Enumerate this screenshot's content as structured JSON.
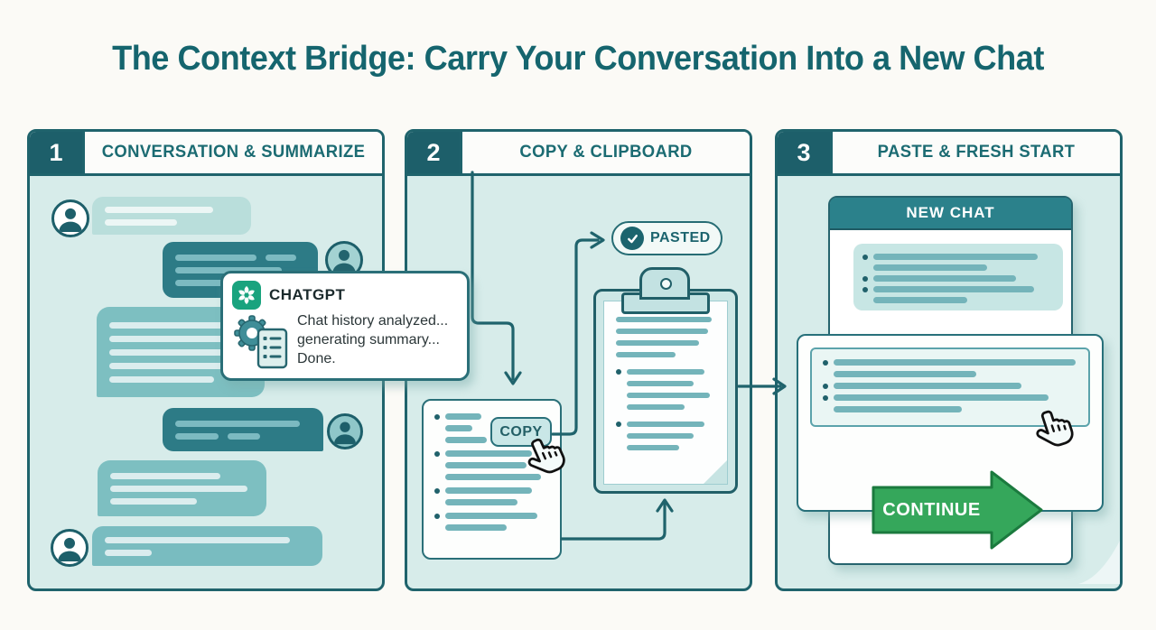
{
  "title": "The Context Bridge: Carry Your Conversation Into a New Chat",
  "panels": [
    {
      "number": "1",
      "title": "CONVERSATION & SUMMARIZE"
    },
    {
      "number": "2",
      "title": "COPY & CLIPBOARD"
    },
    {
      "number": "3",
      "title": "PASTE & FRESH START"
    }
  ],
  "chatgpt_popup": {
    "app_name": "CHATGPT",
    "status_line1": "Chat history analyzed...",
    "status_line2": "generating summary...",
    "status_line3": "Done."
  },
  "step2": {
    "copy_button_label": "COPY",
    "pasted_badge_label": "PASTED"
  },
  "step3": {
    "window_title": "NEW CHAT",
    "continue_button_label": "CONTINUE"
  },
  "colors": {
    "teal_dark": "#1f636c",
    "teal_header_text": "#1b6b72",
    "panel_body": "#d7ecea",
    "bubble_dark": "#2d7b86",
    "bubble_medium": "#7dbfc1",
    "bubble_light": "#b9dedb",
    "logo_green": "#19a37e",
    "continue_green": "#35a75b",
    "continue_border": "#1b7a3e"
  }
}
